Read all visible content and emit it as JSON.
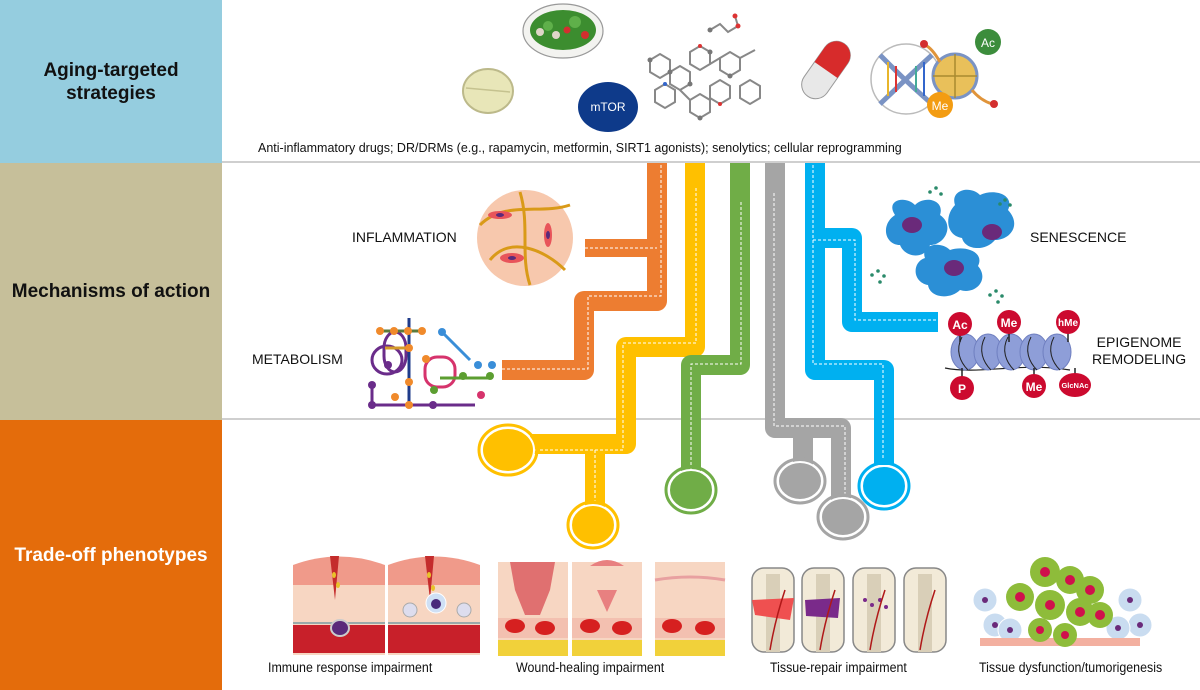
{
  "rows": [
    {
      "label": "Aging-targeted strategies",
      "color": "#95cddf"
    },
    {
      "label": "Mechanisms of action",
      "color": "#c6bf9a"
    },
    {
      "label": "Trade-off phenotypes",
      "color": "#e46c0b"
    }
  ],
  "strategies": {
    "icons": [
      "tablet-icon",
      "salad-plate-icon",
      "mtor-icon",
      "molecule-icon",
      "capsule-icon",
      "dna-epigenetic-icon"
    ],
    "mtor_label": "mTOR",
    "ac_label": "Ac",
    "me_label": "Me",
    "caption": "Anti-inflammatory drugs; DR/DRMs (e.g., rapamycin, metformin, SIRT1 agonists); senolytics; cellular reprogramming"
  },
  "mechanisms": {
    "inflammation": "INFLAMMATION",
    "metabolism": "METABOLISM",
    "senescence": "SENESCENCE",
    "epigenome_line1": "EPIGENOME",
    "epigenome_line2": "REMODELING",
    "marks": [
      "Ac",
      "Me",
      "hMe",
      "P",
      "Me",
      "GlcNAc"
    ]
  },
  "pathway_colors": {
    "orange": "#ed7d31",
    "yellow": "#ffc000",
    "green": "#70ad47",
    "gray": "#a5a5a5",
    "blue": "#00b0f0"
  },
  "phenotypes": [
    {
      "label": "Immune response impairment"
    },
    {
      "label": "Wound-healing impairment"
    },
    {
      "label": "Tissue-repair impairment"
    },
    {
      "label": "Tissue dysfunction/tumorigenesis"
    }
  ]
}
